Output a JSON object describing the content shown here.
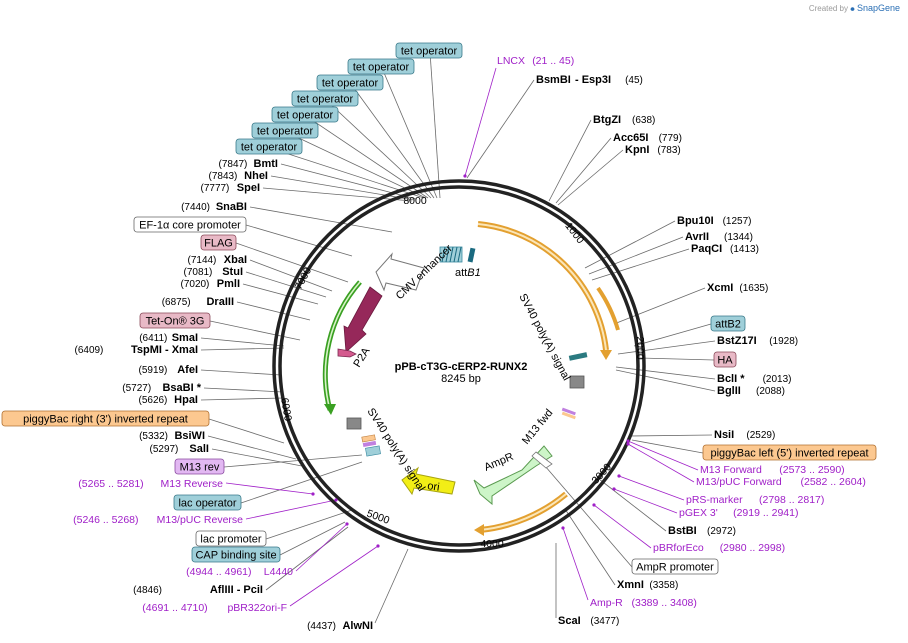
{
  "credit": {
    "prefix": "Created by",
    "brand": "SnapGene"
  },
  "plasmid": {
    "name": "pPB-cT3G-cERP2-RUNX2",
    "size": "8245 bp"
  },
  "ring_ticks": [
    {
      "label": "1000"
    },
    {
      "label": "2000"
    },
    {
      "label": "3000"
    },
    {
      "label": "4000"
    },
    {
      "label": "5000"
    },
    {
      "label": "6000"
    },
    {
      "label": "7000"
    },
    {
      "label": "8000"
    }
  ],
  "feature_labels": {
    "cmv": "CMV enhancer",
    "sv40_right": "SV40 poly(A) signal",
    "sv40_left": "SV40 poly(A) signal",
    "m13fwd": "M13 fwd",
    "ampr": "AmpR",
    "ori": "ori",
    "p2a": "P2A",
    "attb1_main": "att",
    "attb1_sub": "B1"
  },
  "boxed": [
    {
      "text": "tet operator",
      "style": "teal"
    },
    {
      "text": "tet operator",
      "style": "teal"
    },
    {
      "text": "tet operator",
      "style": "teal"
    },
    {
      "text": "tet operator",
      "style": "teal"
    },
    {
      "text": "tet operator",
      "style": "teal"
    },
    {
      "text": "tet operator",
      "style": "teal"
    },
    {
      "text": "tet operator",
      "style": "teal"
    },
    {
      "text": "EF-1α core promoter",
      "style": "white"
    },
    {
      "text": "FLAG",
      "style": "pink"
    },
    {
      "text": "Tet-On® 3G",
      "style": "pink"
    },
    {
      "text": "piggyBac right (3') inverted repeat",
      "style": "orange"
    },
    {
      "text": "M13 rev",
      "style": "purple"
    },
    {
      "text": "lac operator",
      "style": "teal"
    },
    {
      "text": "lac promoter",
      "style": "white"
    },
    {
      "text": "CAP binding site",
      "style": "teal"
    },
    {
      "text": "attB2",
      "style": "teal"
    },
    {
      "text": "HA",
      "style": "pink"
    },
    {
      "text": "piggyBac left (5') inverted repeat",
      "style": "orange"
    },
    {
      "text": "AmpR promoter",
      "style": "white"
    }
  ],
  "sites": [
    {
      "name": "BsmBI",
      "extra": "- Esp3I",
      "pos": "(45)",
      "side": "right"
    },
    {
      "name": "BtgZI",
      "extra": "",
      "pos": "(638)",
      "side": "right"
    },
    {
      "name": "Acc65I",
      "extra": "",
      "pos": "(779)",
      "side": "right"
    },
    {
      "name": "KpnI",
      "extra": "",
      "pos": "(783)",
      "side": "right"
    },
    {
      "name": "Bpu10I",
      "extra": "",
      "pos": "(1257)",
      "side": "right"
    },
    {
      "name": "AvrII",
      "extra": "",
      "pos": "(1344)",
      "side": "right"
    },
    {
      "name": "PaqCI",
      "extra": "",
      "pos": "(1413)",
      "side": "right"
    },
    {
      "name": "XcmI",
      "extra": "",
      "pos": "(1635)",
      "side": "right"
    },
    {
      "name": "BstZ17I",
      "extra": "",
      "pos": "(1928)",
      "side": "right"
    },
    {
      "name": "BclI *",
      "extra": "",
      "pos": "(2013)",
      "side": "right"
    },
    {
      "name": "BglII",
      "extra": "",
      "pos": "(2088)",
      "side": "right"
    },
    {
      "name": "NsiI",
      "extra": "",
      "pos": "(2529)",
      "side": "right"
    },
    {
      "name": "BstBI",
      "extra": "",
      "pos": "(2972)",
      "side": "right"
    },
    {
      "name": "XmnI",
      "extra": "",
      "pos": "(3358)",
      "side": "right"
    },
    {
      "name": "ScaI",
      "extra": "",
      "pos": "(3477)",
      "side": "right"
    },
    {
      "name": "BmtI",
      "extra": "",
      "pos": "(7847)",
      "side": "left"
    },
    {
      "name": "NheI",
      "extra": "",
      "pos": "(7843)",
      "side": "left"
    },
    {
      "name": "SpeI",
      "extra": "",
      "pos": "(7777)",
      "side": "left"
    },
    {
      "name": "SnaBI",
      "extra": "",
      "pos": "(7440)",
      "side": "left"
    },
    {
      "name": "XbaI",
      "extra": "",
      "pos": "(7144)",
      "side": "left"
    },
    {
      "name": "StuI",
      "extra": "",
      "pos": "(7081)",
      "side": "left"
    },
    {
      "name": "PmlI",
      "extra": "",
      "pos": "(7020)",
      "side": "left"
    },
    {
      "name": "DraIII",
      "extra": "",
      "pos": "(6875)",
      "side": "left"
    },
    {
      "name": "SmaI",
      "extra": "",
      "pos": "(6411)",
      "side": "left"
    },
    {
      "name": "TspMI",
      "extra": "- XmaI",
      "pos": "(6409)",
      "side": "left"
    },
    {
      "name": "AfeI",
      "extra": "",
      "pos": "(5919)",
      "side": "left"
    },
    {
      "name": "BsaBI *",
      "extra": "",
      "pos": "(5727)",
      "side": "left"
    },
    {
      "name": "HpaI",
      "extra": "",
      "pos": "(5626)",
      "side": "left"
    },
    {
      "name": "BsiWI",
      "extra": "",
      "pos": "(5332)",
      "side": "left"
    },
    {
      "name": "SalI",
      "extra": "",
      "pos": "(5297)",
      "side": "left"
    },
    {
      "name": "AflIII",
      "extra": "- PciI",
      "pos": "(4846)",
      "side": "left"
    },
    {
      "name": "AlwNI",
      "extra": "",
      "pos": "(4437)",
      "side": "left"
    }
  ],
  "primers": [
    {
      "name": "LNCX",
      "range": "(21 .. 45)",
      "side": "right"
    },
    {
      "name": "M13 Forward",
      "range": "(2573 .. 2590)",
      "side": "right"
    },
    {
      "name": "M13/pUC Forward",
      "range": "(2582 .. 2604)",
      "side": "right"
    },
    {
      "name": "pRS-marker",
      "range": "(2798 .. 2817)",
      "side": "right"
    },
    {
      "name": "pGEX 3'",
      "range": "(2919 .. 2941)",
      "side": "right"
    },
    {
      "name": "pBRforEco",
      "range": "(2980 .. 2998)",
      "side": "right"
    },
    {
      "name": "Amp-R",
      "range": "(3389 .. 3408)",
      "side": "right"
    },
    {
      "name": "M13 Reverse",
      "range": "(5265 .. 5281)",
      "side": "left"
    },
    {
      "name": "M13/pUC Reverse",
      "range": "(5246 .. 5268)",
      "side": "left"
    },
    {
      "name": "L4440",
      "range": "(4944 .. 4961)",
      "side": "left"
    },
    {
      "name": "pBR322ori-F",
      "range": "(4691 .. 4710)",
      "side": "left"
    }
  ],
  "colors": {
    "teal": "#9fcfd9",
    "pink": "#e8b9c6",
    "orange": "#fcc890",
    "purple": "#e2b8f2",
    "primer": "#a020c8",
    "ring": "#222222",
    "maroon": "#96285a",
    "green_arc": "#3aa022",
    "orange_arc": "#e3a030",
    "ampr_fill": "#cdf5c8",
    "ori_fill": "#f2ee16"
  }
}
